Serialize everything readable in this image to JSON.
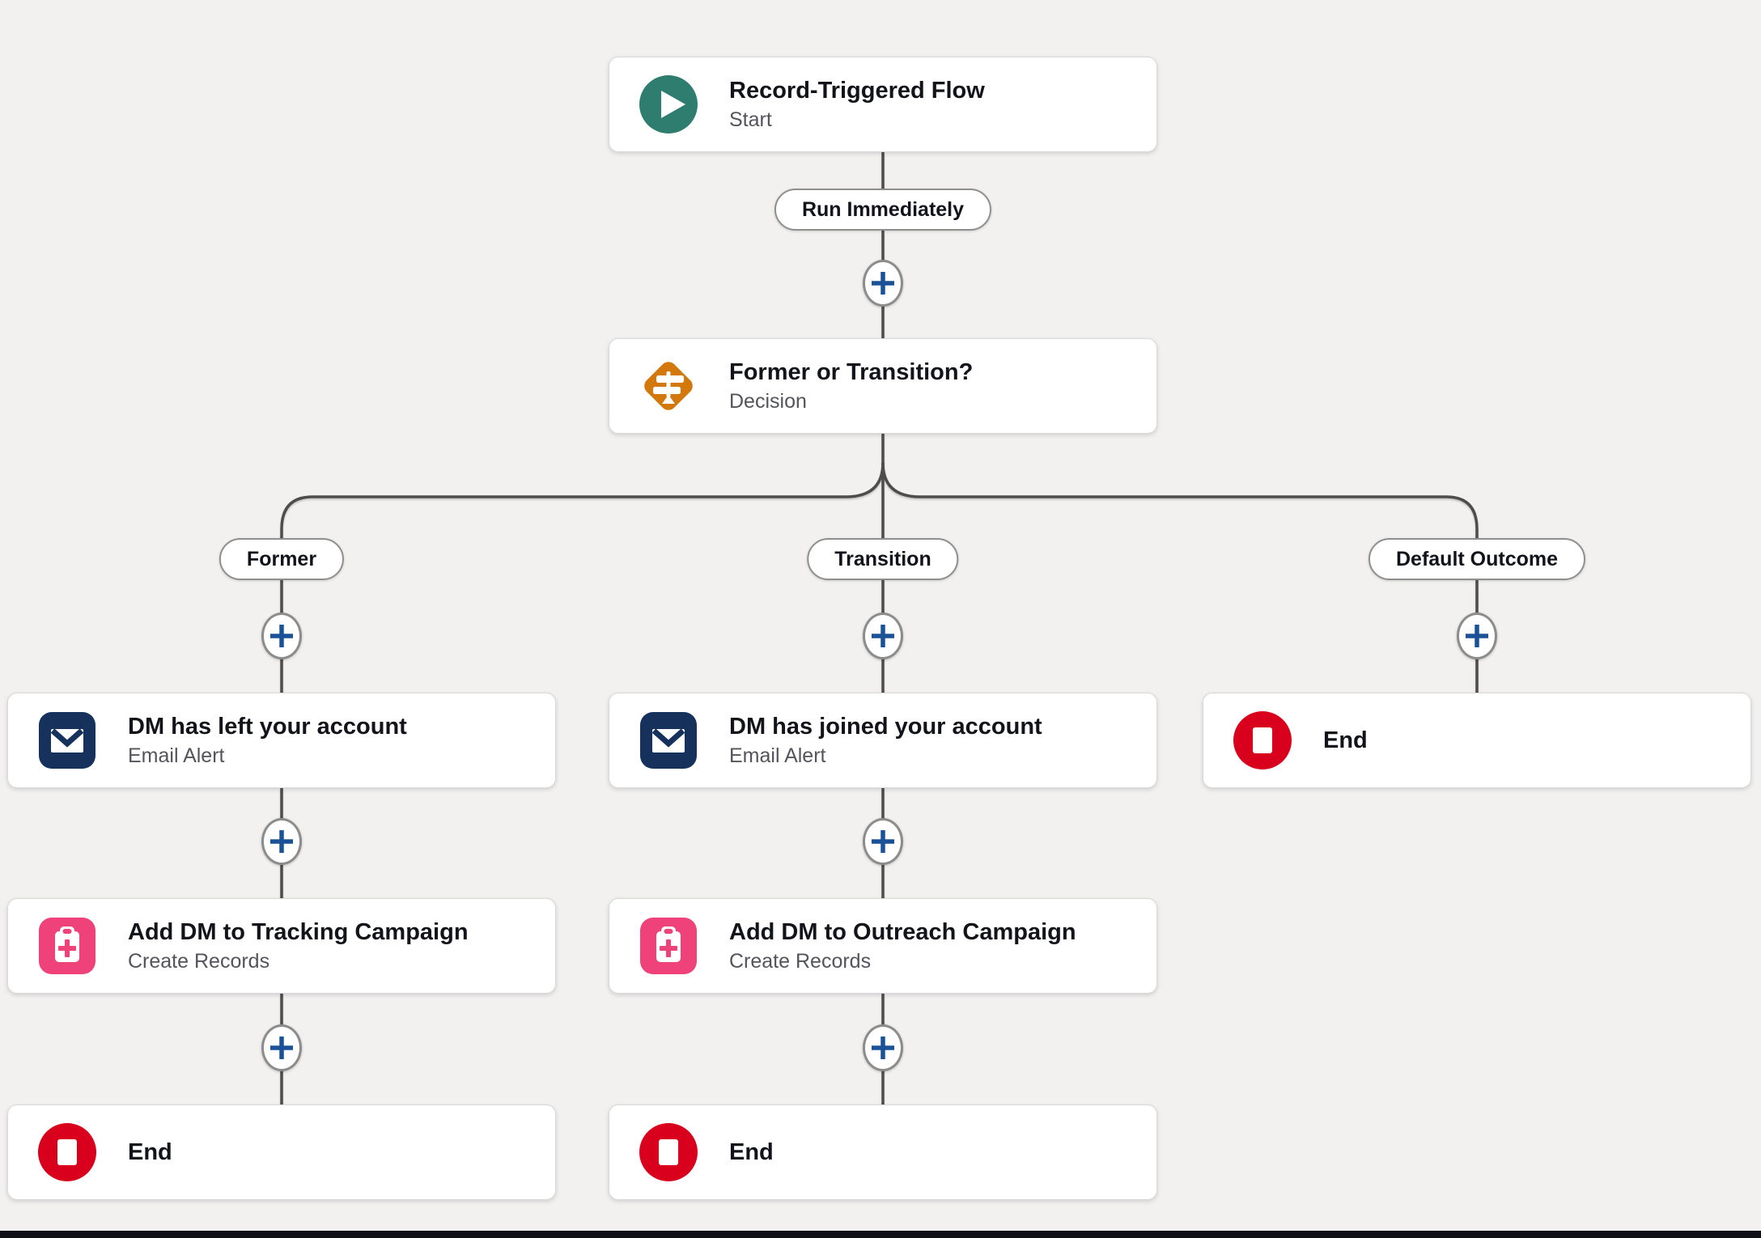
{
  "flow": {
    "start": {
      "title": "Record-Triggered Flow",
      "subtitle": "Start"
    },
    "trigger_label": "Run Immediately",
    "decision": {
      "title": "Former or Transition?",
      "subtitle": "Decision"
    },
    "branches": [
      {
        "label": "Former",
        "steps": [
          {
            "title": "DM has left your account",
            "subtitle": "Email Alert"
          },
          {
            "title": "Add DM to Tracking Campaign",
            "subtitle": "Create Records"
          },
          {
            "title": "End"
          }
        ]
      },
      {
        "label": "Transition",
        "steps": [
          {
            "title": "DM has joined your account",
            "subtitle": "Email Alert"
          },
          {
            "title": "Add DM to Outreach Campaign",
            "subtitle": "Create Records"
          },
          {
            "title": "End"
          }
        ]
      },
      {
        "label": "Default Outcome",
        "steps": [
          {
            "title": "End"
          }
        ]
      }
    ]
  },
  "icons": {
    "start": "play-icon",
    "decision": "signpost-icon",
    "email_alert": "envelope-icon",
    "create_records": "clipboard-plus-icon",
    "end": "stop-icon",
    "connector_add": "plus-icon"
  },
  "colors": {
    "canvas_bg": "#f2f1f0",
    "line": "#4d4d4d",
    "card_border": "#d9d9d9",
    "title": "#12141a",
    "subtitle": "#54555c",
    "pill_border": "#8f8f8f",
    "pill_text": "#101319",
    "plus_border": "#8c8c8c",
    "plus_blue": "#1b5297",
    "start_teal": "#2f7d6f",
    "decision_orange": "#d2780c",
    "email_navy": "#16325c",
    "records_pink": "#ef417a",
    "end_red": "#d8001c",
    "bottom_bar": "#101018"
  }
}
